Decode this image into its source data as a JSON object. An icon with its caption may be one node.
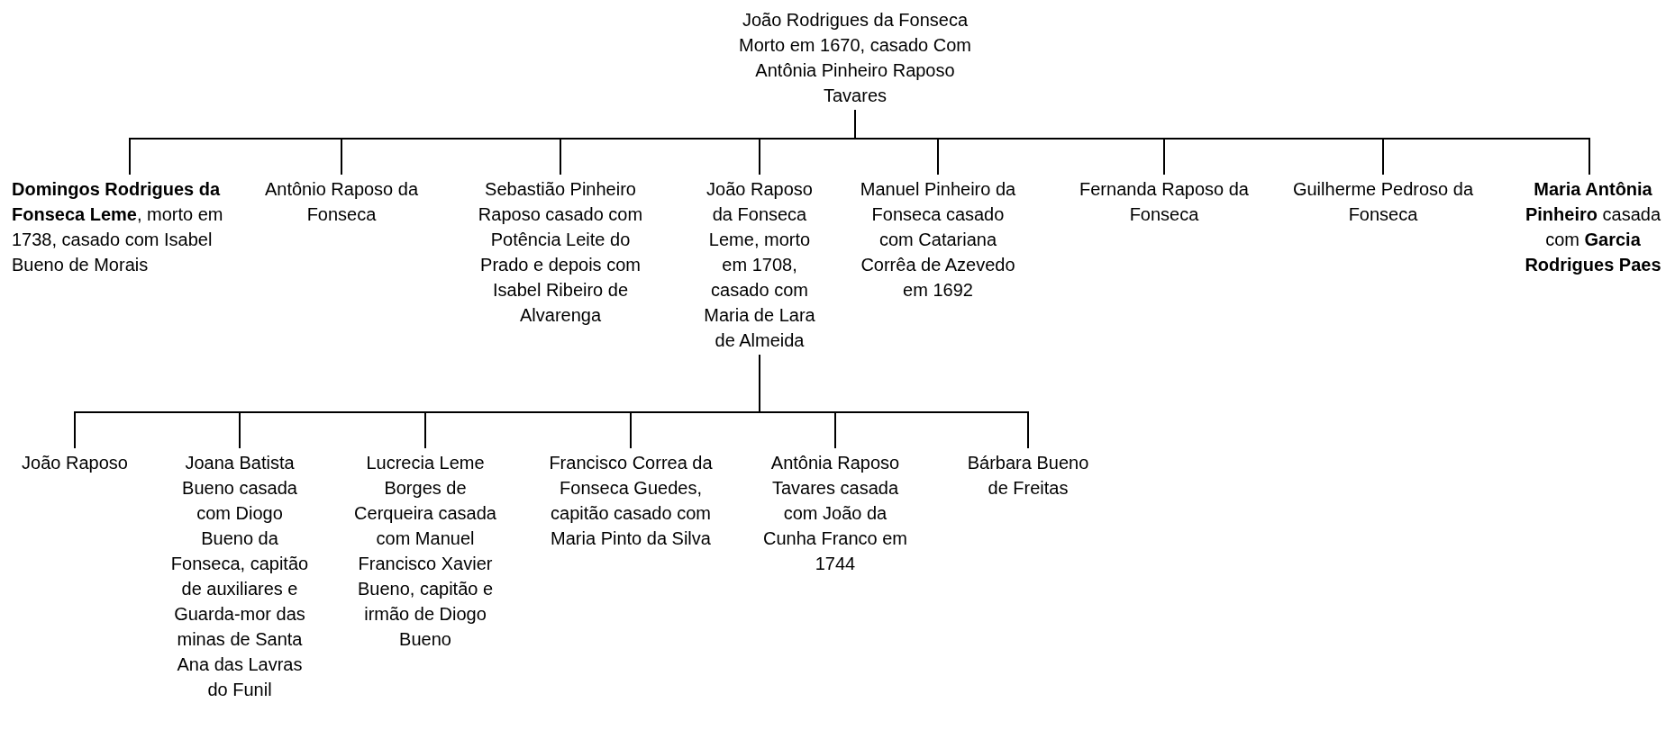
{
  "diagram": {
    "nodes": [
      {
        "text": [
          "João Rodrigues da Fonseca Morto em 1670, casado Com Antônia Pinheiro Raposo Tavares"
        ]
      },
      {
        "text": [
          "**Domingos Rodrigues da Fonseca Leme**, morto em 1738, casado com Isabel Bueno de Morais"
        ]
      },
      {
        "text": [
          "Antônio Raposo da Fonseca"
        ]
      },
      {
        "text": [
          "Sebastião Pinheiro Raposo casado com Potência Leite do Prado e depois com Isabel Ribeiro de Alvarenga"
        ]
      },
      {
        "text": [
          "João Raposo da Fonseca Leme, morto em 1708, casado com Maria de Lara de Almeida"
        ]
      },
      {
        "text": [
          "Manuel Pinheiro da Fonseca casado com Catariana Corrêa de Azevedo em 1692"
        ]
      },
      {
        "text": [
          "Fernanda Raposo da Fonseca"
        ]
      },
      {
        "text": [
          "Guilherme Pedroso da Fonseca"
        ]
      },
      {
        "text": [
          "**Maria Antônia Pinheiro** casada com **Garcia Rodrigues Paes**"
        ]
      },
      {
        "text": [
          "João Raposo"
        ]
      },
      {
        "text": [
          "Joana Batista Bueno casada com Diogo Bueno da Fonseca, capitão de auxiliares e Guarda-mor das minas de Santa Ana das Lavras do Funil"
        ]
      },
      {
        "text": [
          "Lucrecia Leme Borges de Cerqueira casada com Manuel Francisco Xavier Bueno, capitão e irmão de Diogo Bueno"
        ]
      },
      {
        "text": [
          "Francisco Correa da Fonseca Guedes, capitão casado com Maria Pinto da Silva"
        ]
      },
      {
        "text": [
          "Antônia Raposo Tavares casada com João da Cunha Franco em 1744"
        ]
      },
      {
        "text": [
          "Bárbara Bueno de Freitas"
        ]
      }
    ],
    "edges": [
      {
        "from": 0,
        "to": 1,
        "arrow": "none"
      },
      {
        "from": 0,
        "to": 2,
        "arrow": "none"
      },
      {
        "from": 0,
        "to": 3,
        "arrow": "none"
      },
      {
        "from": 0,
        "to": 4,
        "arrow": "none"
      },
      {
        "from": 0,
        "to": 5,
        "arrow": "none"
      },
      {
        "from": 0,
        "to": 6,
        "arrow": "none"
      },
      {
        "from": 0,
        "to": 7,
        "arrow": "none"
      },
      {
        "from": 0,
        "to": 8,
        "arrow": "none"
      },
      {
        "from": 4,
        "to": 9,
        "arrow": "none"
      },
      {
        "from": 4,
        "to": 10,
        "arrow": "none"
      },
      {
        "from": 4,
        "to": 11,
        "arrow": "none"
      },
      {
        "from": 4,
        "to": 12,
        "arrow": "none"
      },
      {
        "from": 4,
        "to": 13,
        "arrow": "none"
      },
      {
        "from": 4,
        "to": 14,
        "arrow": "none"
      }
    ]
  }
}
